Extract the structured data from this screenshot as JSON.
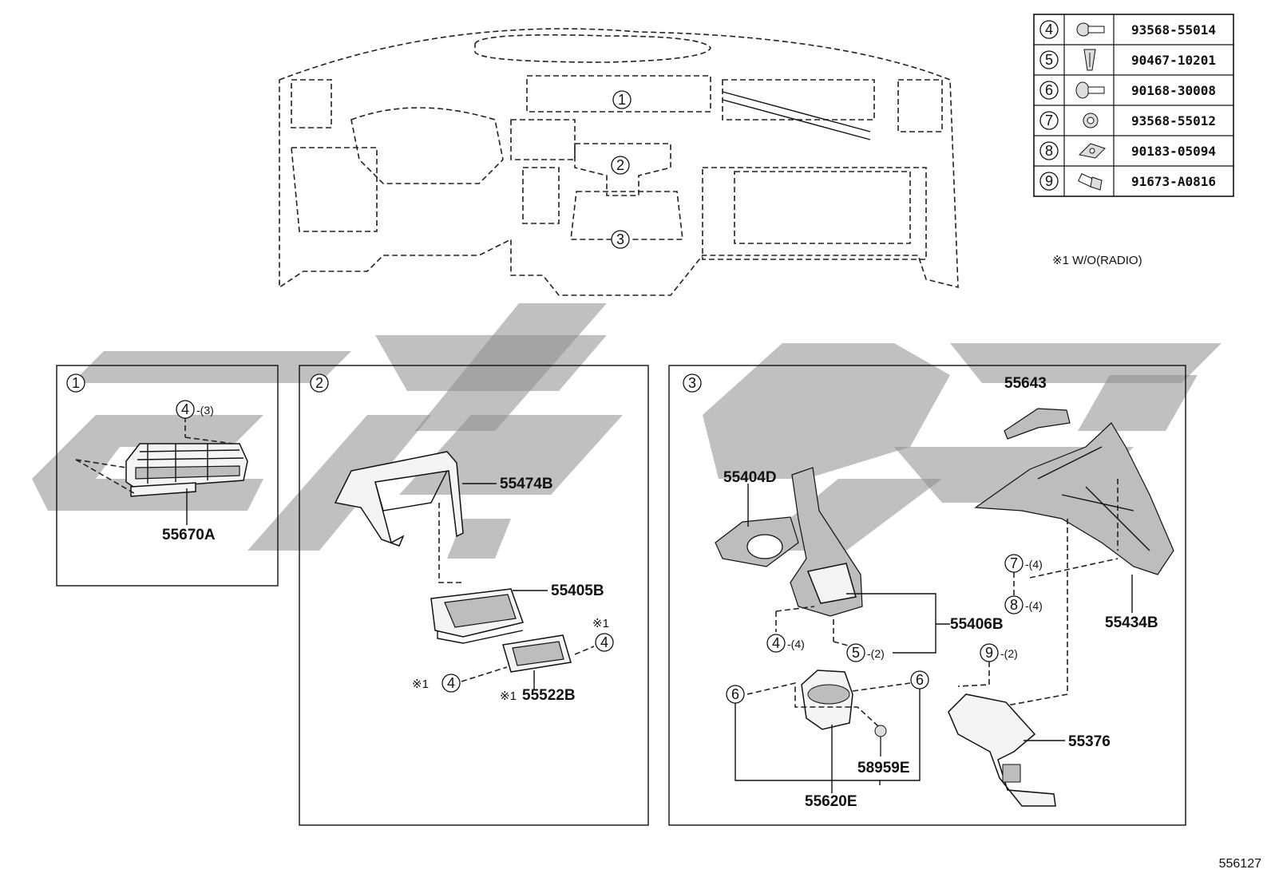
{
  "fastener_table": [
    {
      "ref": "4",
      "part_no": "93568-55014",
      "icon": "screw-icon"
    },
    {
      "ref": "5",
      "part_no": "90467-10201",
      "icon": "clip-icon"
    },
    {
      "ref": "6",
      "part_no": "90168-30008",
      "icon": "screw-icon"
    },
    {
      "ref": "7",
      "part_no": "93568-55012",
      "icon": "screw-icon"
    },
    {
      "ref": "8",
      "part_no": "90183-05094",
      "icon": "nut-clip-icon"
    },
    {
      "ref": "9",
      "part_no": "91673-A0816",
      "icon": "bolt-icon"
    }
  ],
  "notes": {
    "w_o_radio": "※1 W/O(RADIO)",
    "mark_1": "※1"
  },
  "overview": {
    "callouts": [
      "1",
      "2",
      "3"
    ]
  },
  "panels": [
    {
      "label": "1",
      "parts": {
        "p55670A": "55670A"
      },
      "fasteners": [
        {
          "ref": "4",
          "qty": "-(3)"
        }
      ]
    },
    {
      "label": "2",
      "parts": {
        "p55474B": "55474B",
        "p55405B": "55405B",
        "p55522B": "55522B"
      },
      "fasteners": [
        {
          "ref": "4",
          "qty": ""
        },
        {
          "ref": "4",
          "qty": ""
        }
      ]
    },
    {
      "label": "3",
      "parts": {
        "p55643": "55643",
        "p55404D": "55404D",
        "p55406B": "55406B",
        "p55434B": "55434B",
        "p55376": "55376",
        "p58959E": "58959E",
        "p55620E": "55620E"
      },
      "fasteners": [
        {
          "ref": "7",
          "qty": "-(4)"
        },
        {
          "ref": "8",
          "qty": "-(4)"
        },
        {
          "ref": "4",
          "qty": "-(4)"
        },
        {
          "ref": "5",
          "qty": "-(2)"
        },
        {
          "ref": "9",
          "qty": "-(2)"
        },
        {
          "ref": "6",
          "qty": ""
        },
        {
          "ref": "6",
          "qty": ""
        }
      ]
    }
  ],
  "diagram_id": "556127",
  "colors": {
    "line": "#111111",
    "watermark": "#8c8c8c",
    "background": "#ffffff"
  }
}
